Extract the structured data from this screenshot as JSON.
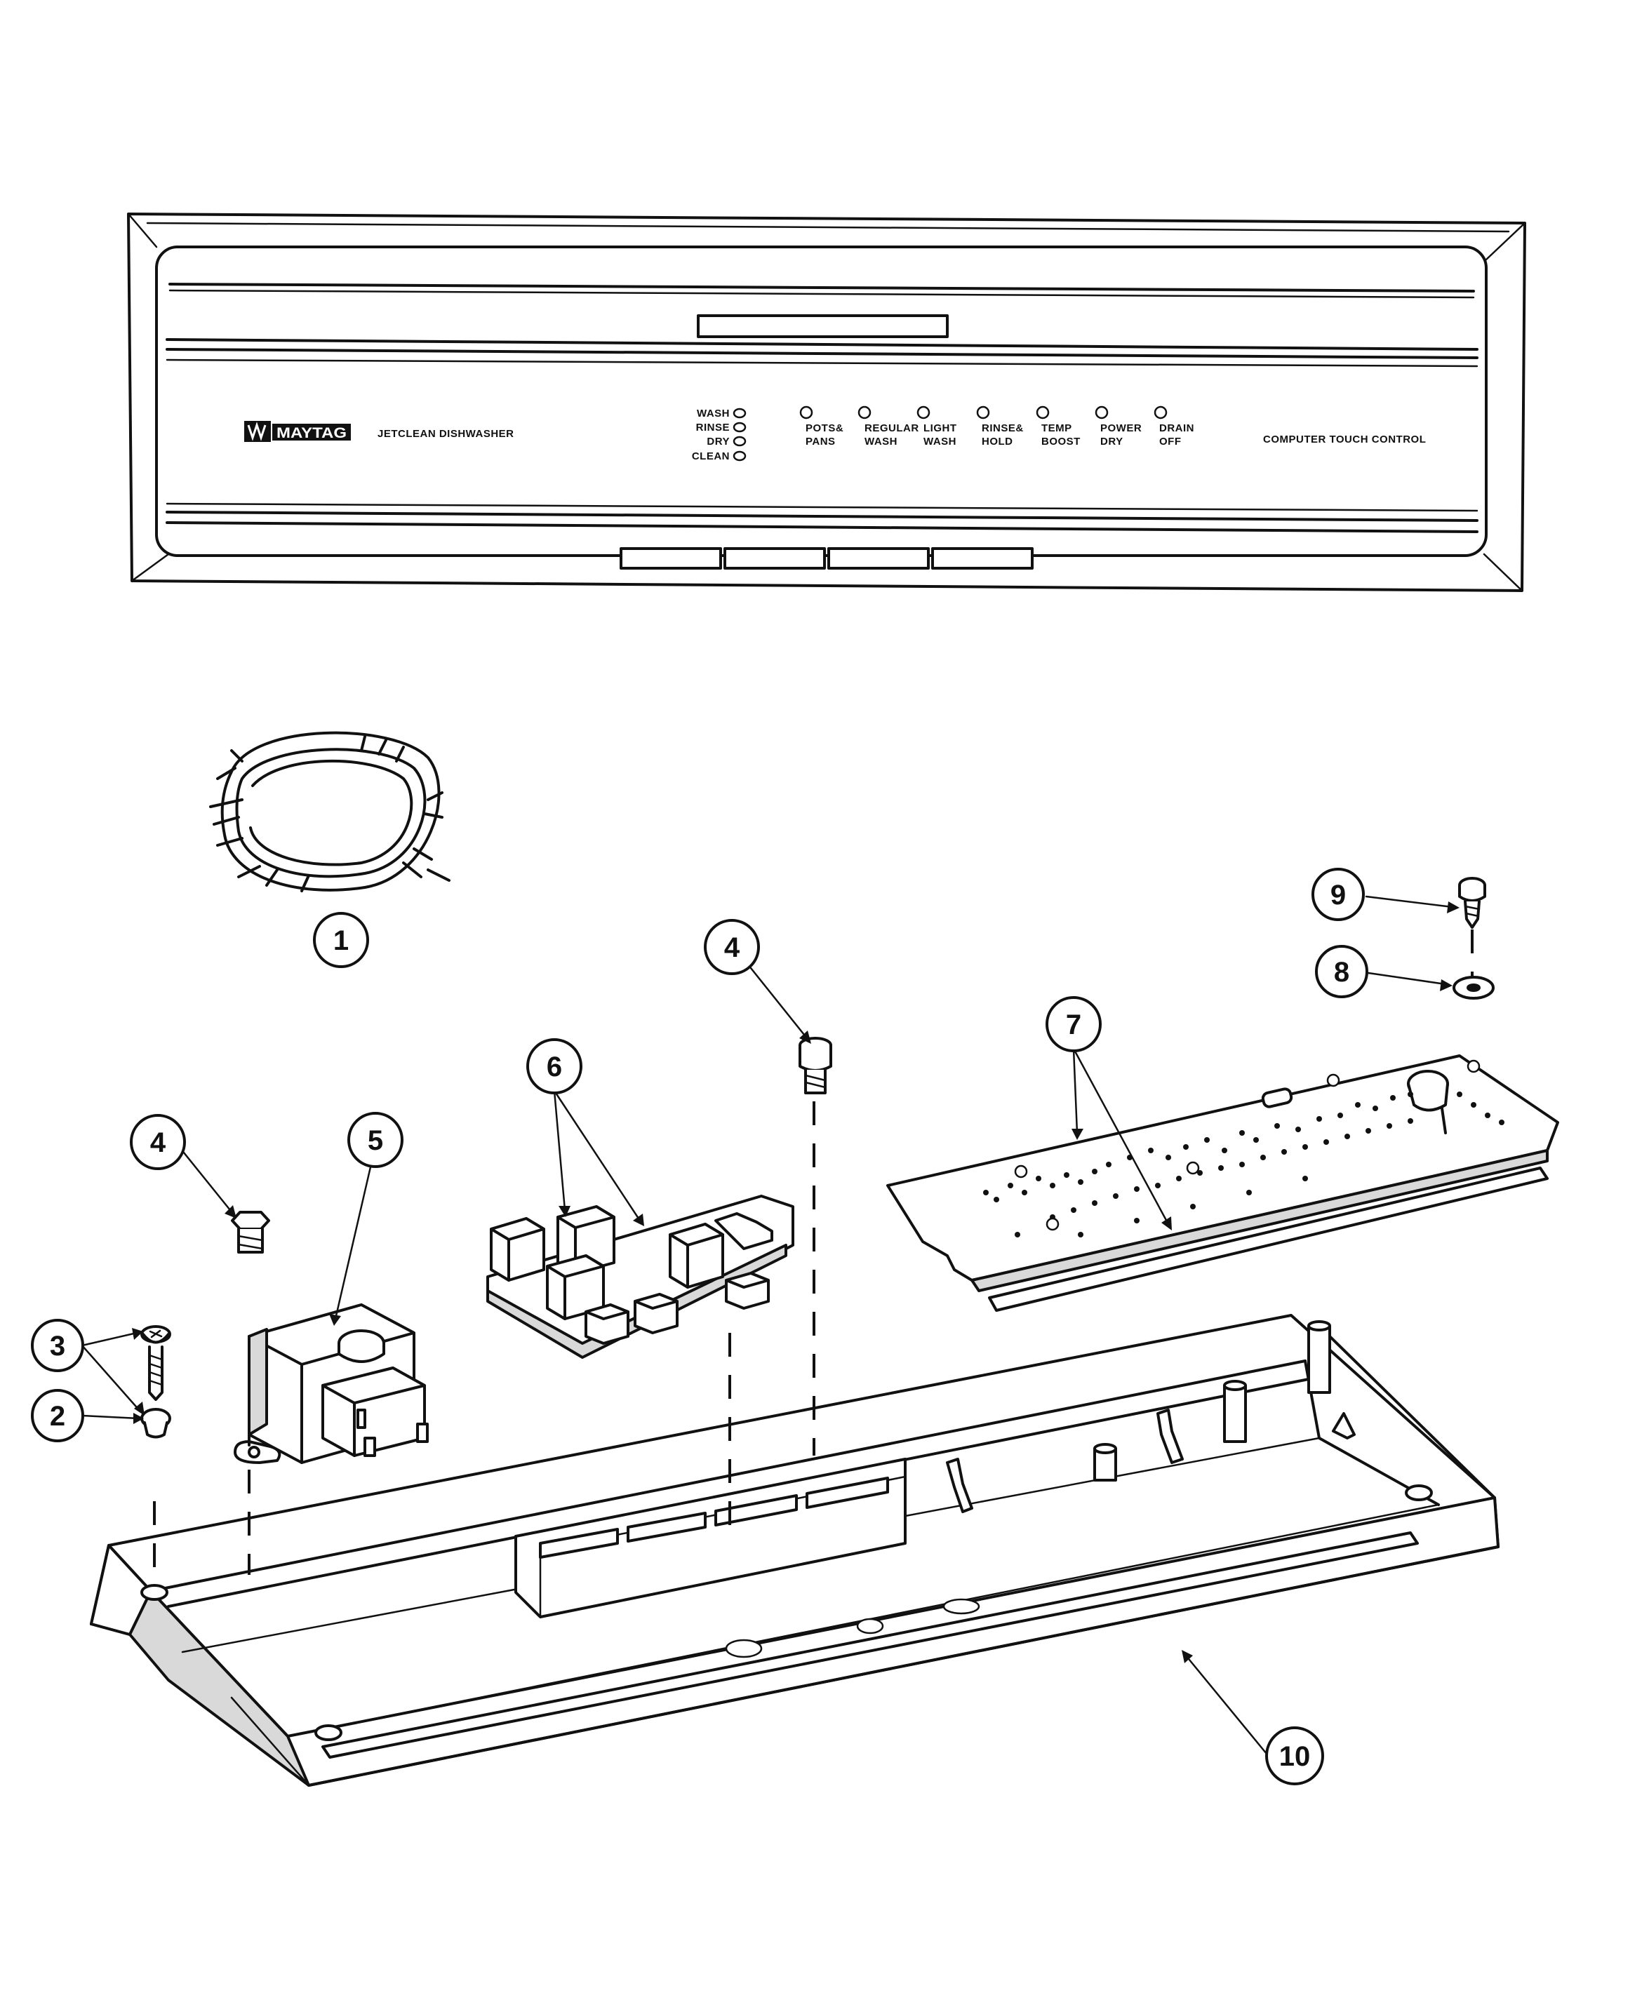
{
  "panel": {
    "brand": "MAYTAG",
    "model": "JETCLEAN DISHWASHER",
    "control_label": "COMPUTER TOUCH CONTROL",
    "status": [
      "WASH",
      "RINSE",
      "DRY",
      "CLEAN"
    ],
    "cycles": [
      {
        "line1": "POTS&",
        "line2": "PANS"
      },
      {
        "line1": "REGULAR",
        "line2": "WASH"
      },
      {
        "line1": "LIGHT",
        "line2": "WASH"
      },
      {
        "line1": "RINSE&",
        "line2": "HOLD"
      },
      {
        "line1": "TEMP",
        "line2": "BOOST"
      },
      {
        "line1": "POWER",
        "line2": "DRY"
      },
      {
        "line1": "DRAIN",
        "line2": "OFF"
      }
    ]
  },
  "callouts": [
    "1",
    "2",
    "3",
    "4",
    "4",
    "5",
    "6",
    "7",
    "8",
    "9",
    "10"
  ],
  "parts": [
    {
      "callout": "1",
      "name": "wire-harness"
    },
    {
      "callout": "2",
      "name": "plug-button"
    },
    {
      "callout": "3",
      "name": "screw"
    },
    {
      "callout": "4",
      "name": "nut-plug"
    },
    {
      "callout": "5",
      "name": "transformer"
    },
    {
      "callout": "6",
      "name": "relay-board"
    },
    {
      "callout": "7",
      "name": "control-board"
    },
    {
      "callout": "8",
      "name": "washer"
    },
    {
      "callout": "9",
      "name": "screw"
    },
    {
      "callout": "10",
      "name": "console-housing"
    }
  ]
}
